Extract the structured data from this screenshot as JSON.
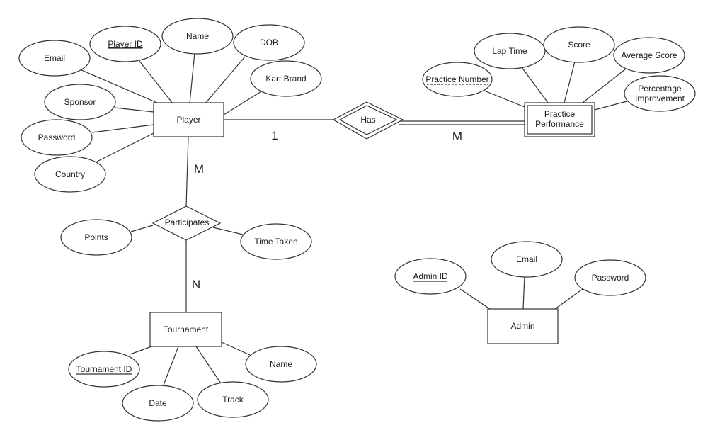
{
  "entities": {
    "player": "Player",
    "practice_performance": [
      "Practice",
      "Performance"
    ],
    "tournament": "Tournament",
    "admin": "Admin"
  },
  "relationships": {
    "has": "Has",
    "participates": "Participates"
  },
  "player_attributes": {
    "email": "Email",
    "player_id": "Player ID",
    "name": "Name",
    "dob": "DOB",
    "kart_brand": "Kart Brand",
    "sponsor": "Sponsor",
    "password": "Password",
    "country": "Country"
  },
  "practice_attributes": {
    "practice_number": "Practice Number",
    "lap_time": "Lap Time",
    "score": "Score",
    "average_score": "Average Score",
    "percentage_improvement": [
      "Percentage",
      "Improvement"
    ]
  },
  "participates_attributes": {
    "points": "Points",
    "time_taken": "Time Taken"
  },
  "tournament_attributes": {
    "tournament_id": "Tournament ID",
    "name": "Name",
    "date": "Date",
    "track": "Track"
  },
  "admin_attributes": {
    "admin_id": "Admin ID",
    "email": "Email",
    "password": "Password"
  },
  "cardinalities": {
    "player_has": "1",
    "has_practice": "M",
    "player_participates": "M",
    "participates_tournament": "N"
  },
  "colors": {
    "stroke": "#333333",
    "fill": "#ffffff",
    "text": "#1a1a1a"
  }
}
